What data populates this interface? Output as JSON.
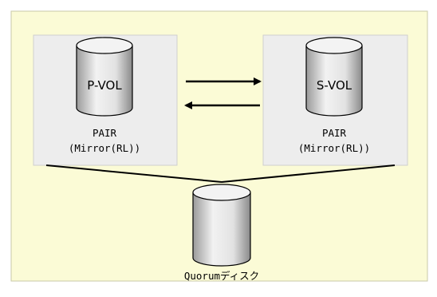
{
  "diagram": {
    "primary": {
      "volume_label": "P-VOL",
      "status": "PAIR",
      "mode": "(Mirror(RL))"
    },
    "secondary": {
      "volume_label": "S-VOL",
      "status": "PAIR",
      "mode": "(Mirror(RL))"
    },
    "quorum": {
      "label": "Quorumディスク"
    },
    "colors": {
      "canvas_background": "#fbfbd6",
      "storage_box": "#ededed",
      "cylinder_fill": "#e6e6e6",
      "cylinder_shade": "#8a8a8a",
      "line": "#000000"
    }
  }
}
